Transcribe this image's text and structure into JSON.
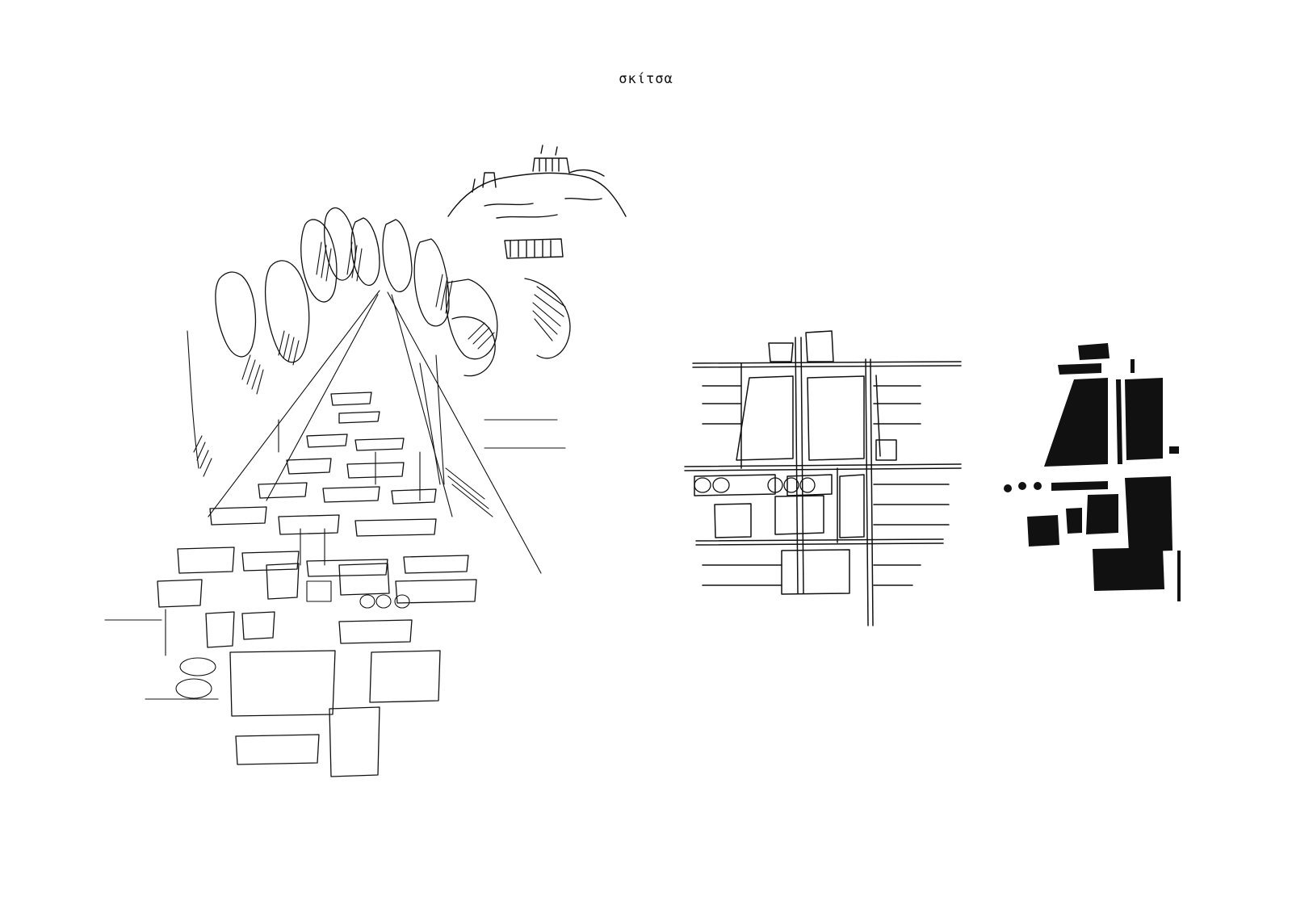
{
  "page": {
    "title": "σκίτσα"
  },
  "colors": {
    "ink": "#111111",
    "paper": "#ffffff"
  },
  "sketches": [
    {
      "name": "perspective-street-sketch"
    },
    {
      "name": "urban-grid-line-sketch"
    },
    {
      "name": "figure-ground-block-plan"
    }
  ]
}
